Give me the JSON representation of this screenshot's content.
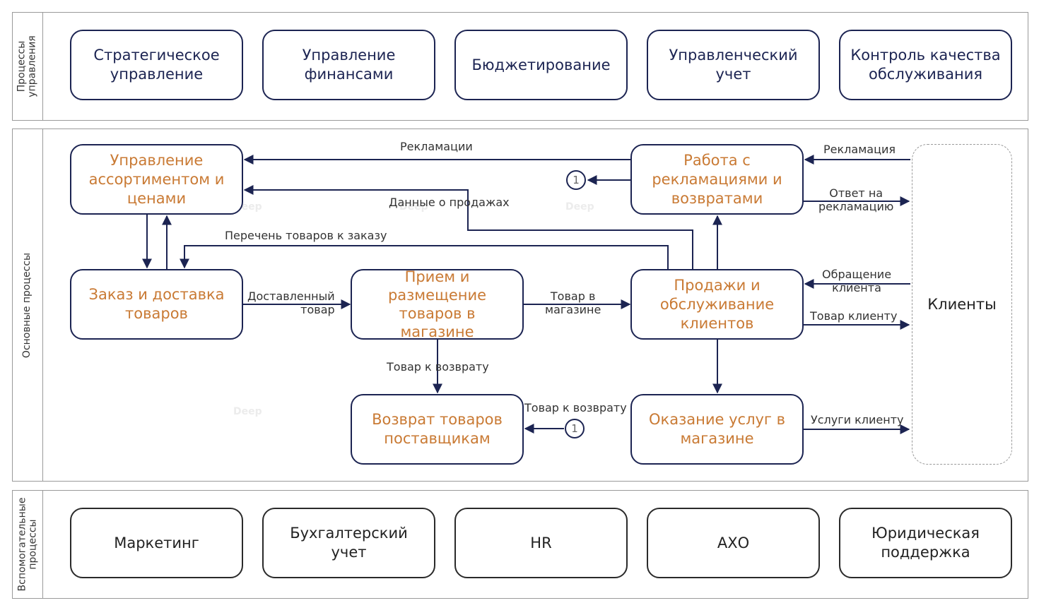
{
  "colors": {
    "line": "#1c2452",
    "core_text": "#c97a34",
    "mgmt_text": "#1c2452",
    "lane_border": "#9a9a9a"
  },
  "lanes": {
    "management": {
      "label": "Процессы\nуправления",
      "boxes": [
        "Стратегическое\nуправление",
        "Управление\nфинансами",
        "Бюджетирование",
        "Управленческий\nучет",
        "Контроль качества\nобслуживания"
      ]
    },
    "core": {
      "label": "Основные процессы",
      "boxes": {
        "assortment": "Управление\nассортиментом и\nценами",
        "claims": "Работа с\nрекламациями и\nвозвратами",
        "ordering": "Заказ и доставка\nтоваров",
        "receiving": "Прием и\nразмещение\nтоваров в\nмагазине",
        "sales": "Продажи и\nобслуживание\nклиентов",
        "returns": "Возврат товаров\nпоставщикам",
        "services": "Оказание услуг в\nмагазине"
      },
      "clients": "Клиенты",
      "flows": {
        "claims_to_assortment": "Рекламации",
        "sales_data": "Данные о продажах",
        "order_list": "Перечень товаров к заказу",
        "delivered": "Доставленный\nтовар",
        "in_store": "Товар в\nмагазине",
        "to_return_down": "Товар к возврату",
        "to_return_node": "Товар к возврату",
        "client_claim": "Рекламация",
        "claim_answer": "Ответ на\nрекламацию",
        "client_request": "Обращение\nклиента",
        "goods_to_client": "Товар клиенту",
        "services_to_client": "Услуги клиенту"
      },
      "connector_label": "1",
      "watermark": "Deep"
    },
    "support": {
      "label": "Вспомогательные\nпроцессы",
      "boxes": [
        "Маркетинг",
        "Бухгалтерский\nучет",
        "HR",
        "АХО",
        "Юридическая\nподдержка"
      ]
    }
  }
}
